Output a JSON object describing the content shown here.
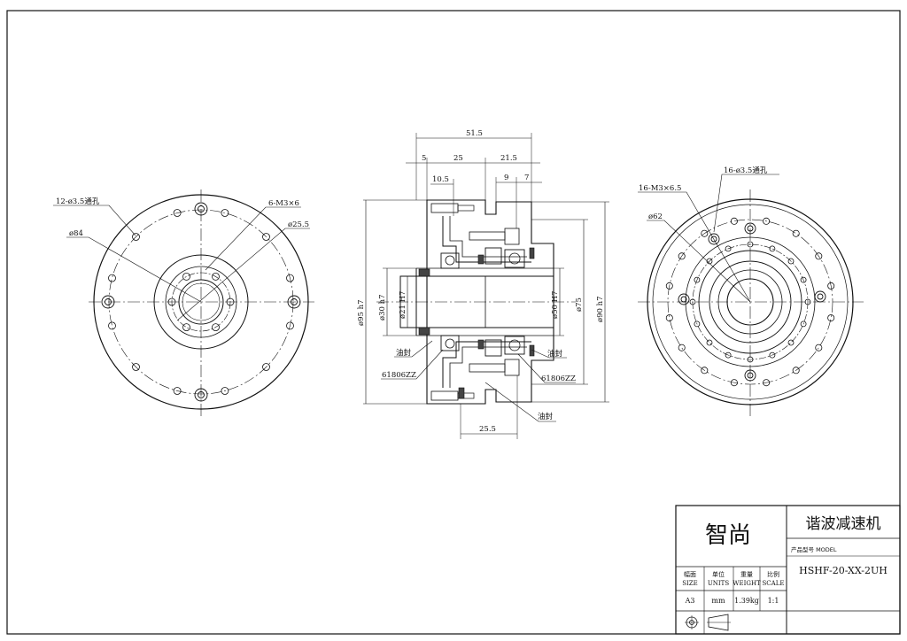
{
  "drawing": {
    "left_view": {
      "label_holes": "12-ø3.5通孔",
      "label_outer": "ø84",
      "label_tap": "6-M3×6",
      "label_inner": "ø25.5"
    },
    "section_view": {
      "dim_total": "51.5",
      "dim_5": "5",
      "dim_25": "25",
      "dim_21_5": "21.5",
      "dim_10_5": "10.5",
      "dim_9": "9",
      "dim_7": "7",
      "dim_25_5": "25.5",
      "d95": "ø95 h7",
      "d30": "ø30 h7",
      "d21": "ø21 H7",
      "d50": "ø50 H7",
      "d75": "ø75",
      "d90": "ø90 h7",
      "seal_left": "油封",
      "bearing_left": "61806ZZ",
      "seal_right": "油封",
      "bearing_right": "61806ZZ",
      "seal_bottom": "油封"
    },
    "right_view": {
      "label_holes": "16-ø3.5通孔",
      "label_tap": "16-M3×6.5",
      "label_d62": "ø62"
    }
  },
  "title_block": {
    "company": "智尚",
    "product_name": "谐波减速机",
    "model_label": "产品型号 MODEL",
    "model_value": "HSHF-20-XX-2UH",
    "col_size_cn": "幅面",
    "col_size_en": "SIZE",
    "col_units_cn": "单位",
    "col_units_en": "UNITS",
    "col_weight_cn": "重量",
    "col_weight_en": "WEIGHT",
    "col_scale_cn": "比例",
    "col_scale_en": "SCALE",
    "val_size": "A3",
    "val_units": "mm",
    "val_weight": "1.39kg",
    "val_scale": "1:1"
  }
}
